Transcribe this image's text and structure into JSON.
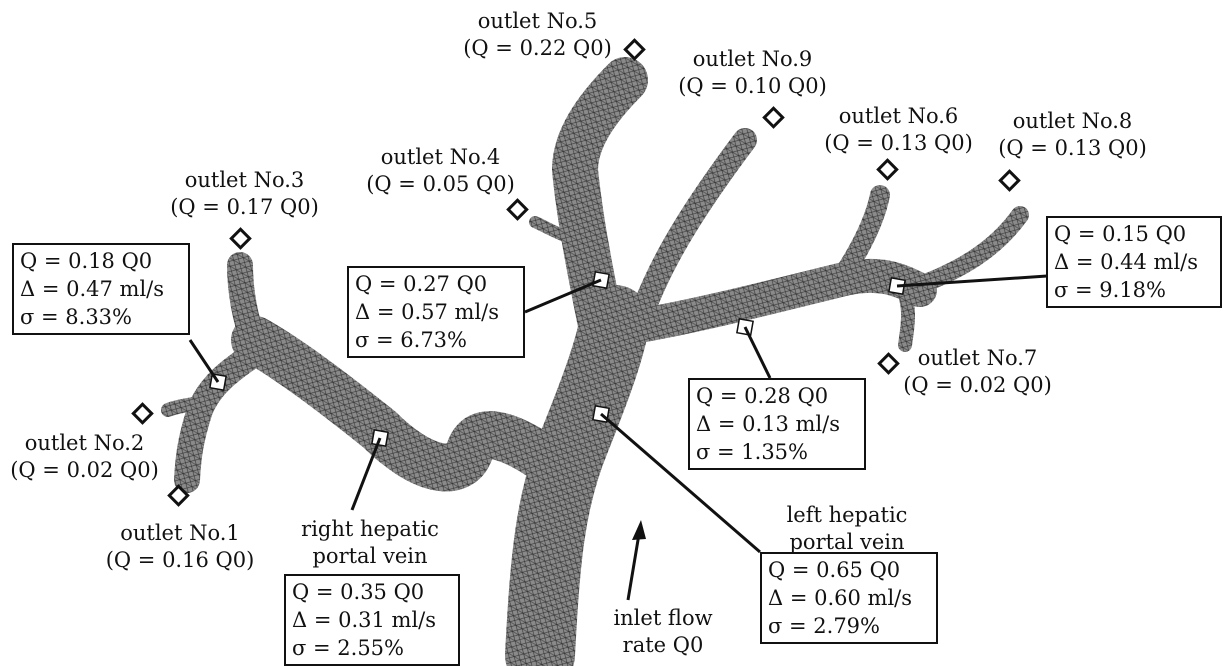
{
  "outlets": [
    {
      "id": "1",
      "title": "outlet No.1",
      "flow": "(Q = 0.16 Q0)"
    },
    {
      "id": "2",
      "title": "outlet No.2",
      "flow": "(Q = 0.02 Q0)"
    },
    {
      "id": "3",
      "title": "outlet No.3",
      "flow": "(Q = 0.17 Q0)"
    },
    {
      "id": "4",
      "title": "outlet No.4",
      "flow": "(Q = 0.05 Q0)"
    },
    {
      "id": "5",
      "title": "outlet No.5",
      "flow": "(Q = 0.22 Q0)"
    },
    {
      "id": "6",
      "title": "outlet No.6",
      "flow": "(Q = 0.13 Q0)"
    },
    {
      "id": "7",
      "title": "outlet No.7",
      "flow": "(Q = 0.02 Q0)"
    },
    {
      "id": "8",
      "title": "outlet No.8",
      "flow": "(Q = 0.13 Q0)"
    },
    {
      "id": "9",
      "title": "outlet No.9",
      "flow": "(Q = 0.10 Q0)"
    }
  ],
  "boxes": {
    "right_branch": {
      "q": "Q = 0.18 Q0",
      "delta": "Δ = 0.47 ml/s",
      "sigma": "σ = 8.33%"
    },
    "middle_branch": {
      "q": "Q = 0.27 Q0",
      "delta": "Δ = 0.57 ml/s",
      "sigma": "σ = 6.73%"
    },
    "left_upper": {
      "q": "Q = 0.15 Q0",
      "delta": "Δ = 0.44 ml/s",
      "sigma": "σ = 9.18%"
    },
    "left_mid": {
      "q": "Q = 0.28 Q0",
      "delta": "Δ = 0.13 ml/s",
      "sigma": "σ = 1.35%"
    },
    "right_hepatic": {
      "q": "Q = 0.35 Q0",
      "delta": "Δ = 0.31 ml/s",
      "sigma": "σ = 2.55%"
    },
    "left_hepatic": {
      "q": "Q = 0.65 Q0",
      "delta": "Δ = 0.60 ml/s",
      "sigma": "σ = 2.79%"
    }
  },
  "labels": {
    "right_hepatic": [
      "right hepatic",
      "portal vein"
    ],
    "left_hepatic": [
      "left hepatic",
      "portal vein"
    ],
    "inlet": [
      "inlet flow",
      "rate Q0"
    ]
  },
  "colors": {
    "mesh": "#5a5a5a",
    "mesh_dark": "#2a2a2a",
    "line": "#111111"
  }
}
